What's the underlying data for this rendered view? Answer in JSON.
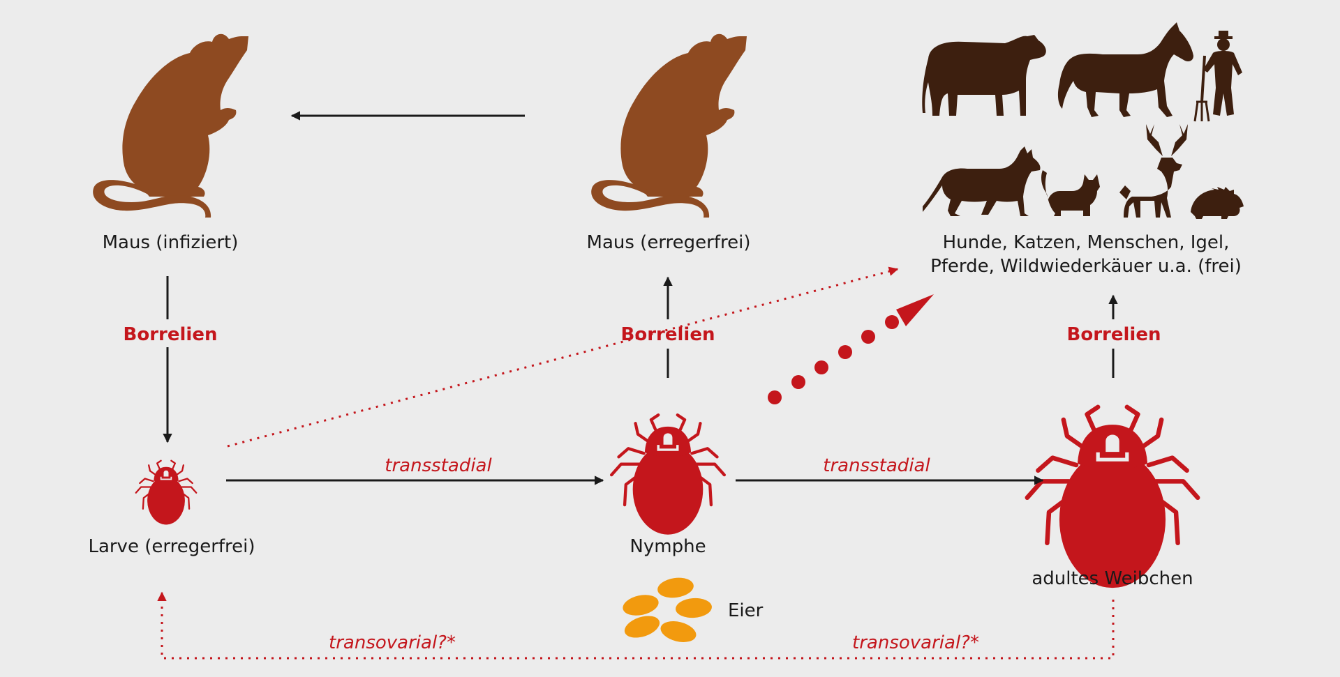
{
  "colors": {
    "background": "#ececec",
    "mouse": "#8e4a21",
    "host_animals": "#3d1f0f",
    "tick": "#c4161c",
    "eggs": "#f29a0e",
    "arrow": "#1a1a1a",
    "accent_red": "#c4161c"
  },
  "labels": {
    "mouse_infected": "Maus (infiziert)",
    "mouse_free": "Maus (erregerfrei)",
    "hosts_line1": "Hunde, Katzen, Menschen, Igel,",
    "hosts_line2": "Pferde, Wildwiederkäuer u.a. (frei)",
    "borrelien_left": "Borrelien",
    "borrelien_mid": "Borrelien",
    "borrelien_right": "Borrelien",
    "larva": "Larve (erregerfrei)",
    "nymph": "Nymphe",
    "adult": "adultes Weibchen",
    "eggs": "Eier",
    "transstadial_1": "transstadial",
    "transstadial_2": "transstadial",
    "transovarial_left": "transovarial?*",
    "transovarial_right": "transovarial?*"
  },
  "icons": {
    "mouse": "mouse-icon",
    "tick": "tick-icon",
    "cow": "cow-icon",
    "horse": "horse-icon",
    "farmer": "farmer-icon",
    "dog": "dog-icon",
    "cat": "cat-icon",
    "deer": "deer-icon",
    "hedgehog": "hedgehog-icon",
    "eggs": "eggs-icon"
  }
}
